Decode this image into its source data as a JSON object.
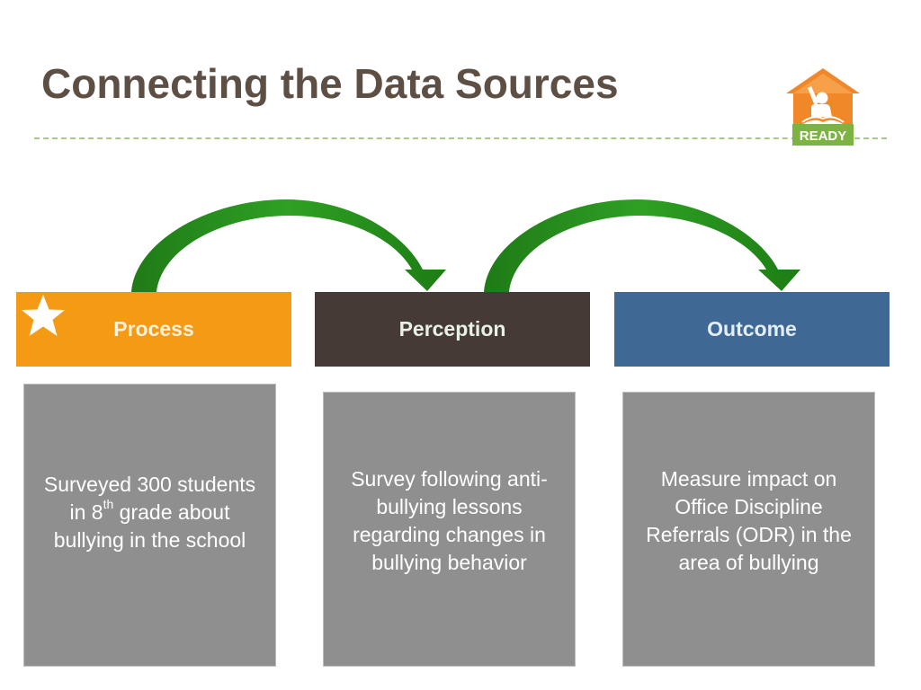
{
  "slide": {
    "title": "Connecting the Data Sources"
  },
  "logo": {
    "icon": "school-house-reading-icon",
    "label": "READY",
    "colors": {
      "house": "#f0882a",
      "banner": "#7cb342"
    }
  },
  "columns": [
    {
      "header": "Process",
      "header_color": "#f49a14",
      "starred": true,
      "text_before_sup": "Surveyed 300 students in 8",
      "sup": "th",
      "text_after_sup": " grade about bullying in the school"
    },
    {
      "header": "Perception",
      "header_color": "#463a36",
      "text": "Survey following anti-bullying lessons regarding changes in bullying behavior"
    },
    {
      "header": "Outcome",
      "header_color": "#3f6994",
      "text": "Measure impact on Office Discipline Referrals (ODR) in the area of bullying"
    }
  ],
  "connectors": [
    {
      "from": "Process",
      "to": "Perception",
      "icon": "curved-arrow-icon",
      "color": "#1a8a1a"
    },
    {
      "from": "Perception",
      "to": "Outcome",
      "icon": "curved-arrow-icon",
      "color": "#1a8a1a"
    }
  ]
}
